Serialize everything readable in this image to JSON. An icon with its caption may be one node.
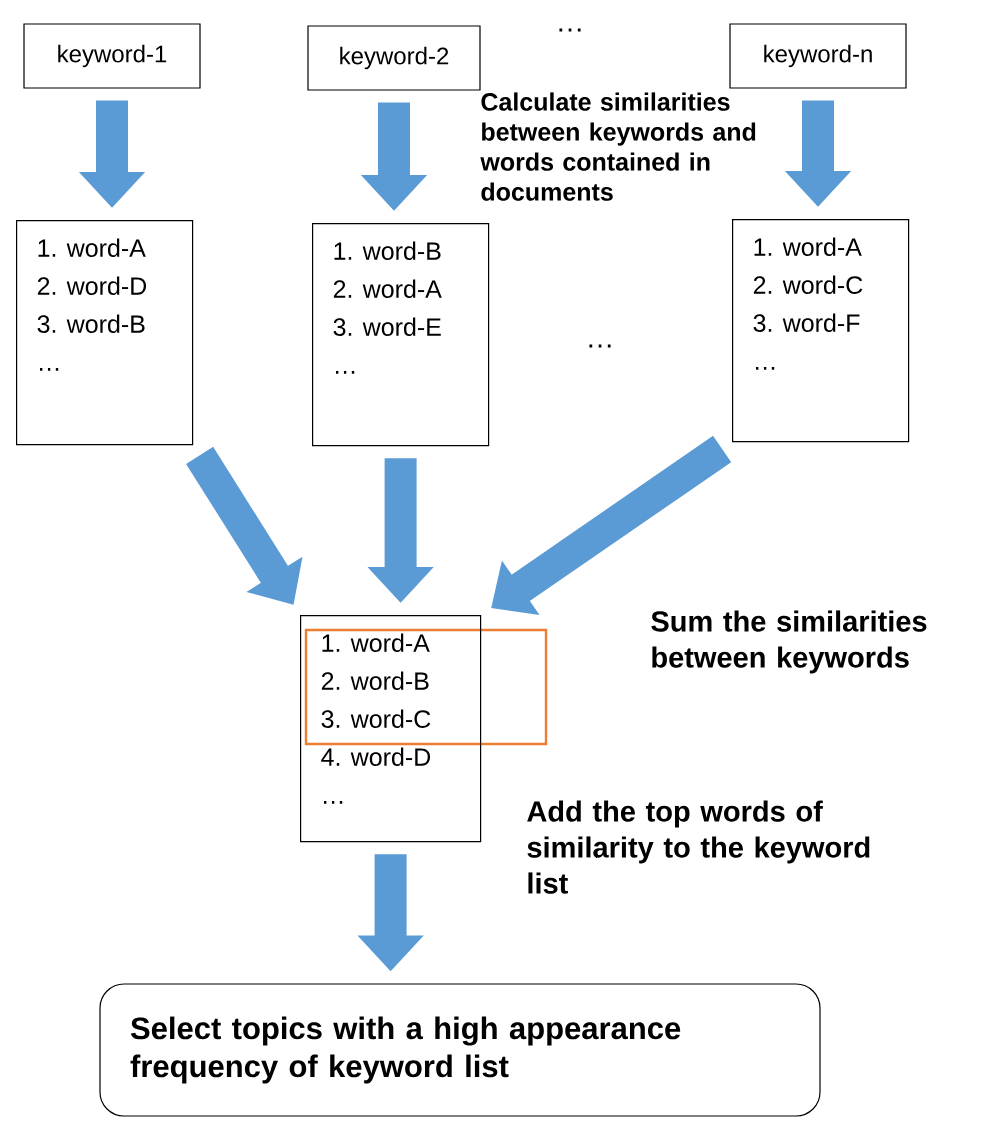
{
  "diagram": {
    "nodes": [
      {
        "text": [
          "keyword-1"
        ]
      },
      {
        "text": [
          "keyword-2"
        ]
      },
      {
        "text": [
          "keyword-n"
        ]
      },
      {
        "text": [
          "1. word-A",
          "2. word-D",
          "3. word-B",
          "…"
        ]
      },
      {
        "text": [
          "1. word-B",
          "2. word-A",
          "3. word-E",
          "…"
        ]
      },
      {
        "text": [
          "1. word-A",
          "2. word-C",
          "3. word-F",
          "…"
        ]
      },
      {
        "text": [
          "1. word-A",
          "2. word-B",
          "3. word-C",
          "4. word-D",
          "…"
        ]
      },
      {
        "text": [
          "Select topics with a high appearance frequency of keyword list"
        ]
      }
    ],
    "edges": [
      {
        "from": 0,
        "to": 3,
        "arrow": "to"
      },
      {
        "from": 1,
        "to": 4,
        "arrow": "to"
      },
      {
        "from": 2,
        "to": 5,
        "arrow": "to"
      },
      {
        "from": 3,
        "to": 6,
        "arrow": "to"
      },
      {
        "from": 4,
        "to": 6,
        "arrow": "to"
      },
      {
        "from": 5,
        "to": 6,
        "arrow": "to"
      },
      {
        "from": 6,
        "to": 7,
        "arrow": "to"
      }
    ],
    "labels": [
      "…",
      "Calculate similarities between keywords and words contained in documents",
      "…",
      "Sum the similarities between keywords",
      "Add the top words of similarity to the keyword list"
    ]
  }
}
